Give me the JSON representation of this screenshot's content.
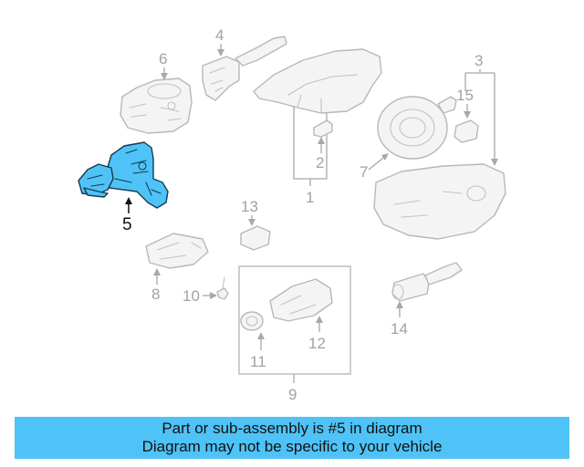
{
  "diagram": {
    "highlight_color": "#4fc3f7",
    "callouts": {
      "c1": "1",
      "c2": "2",
      "c3": "3",
      "c4": "4",
      "c5": "5",
      "c6": "6",
      "c7": "7",
      "c8": "8",
      "c9": "9",
      "c10": "10",
      "c11": "11",
      "c12": "12",
      "c13": "13",
      "c14": "14",
      "c15": "15"
    },
    "highlighted_part": "5"
  },
  "banner": {
    "line1": "Part or sub-assembly is #5 in diagram",
    "line2": "Diagram may not be specific to your vehicle",
    "background": "#4fc3f7"
  }
}
